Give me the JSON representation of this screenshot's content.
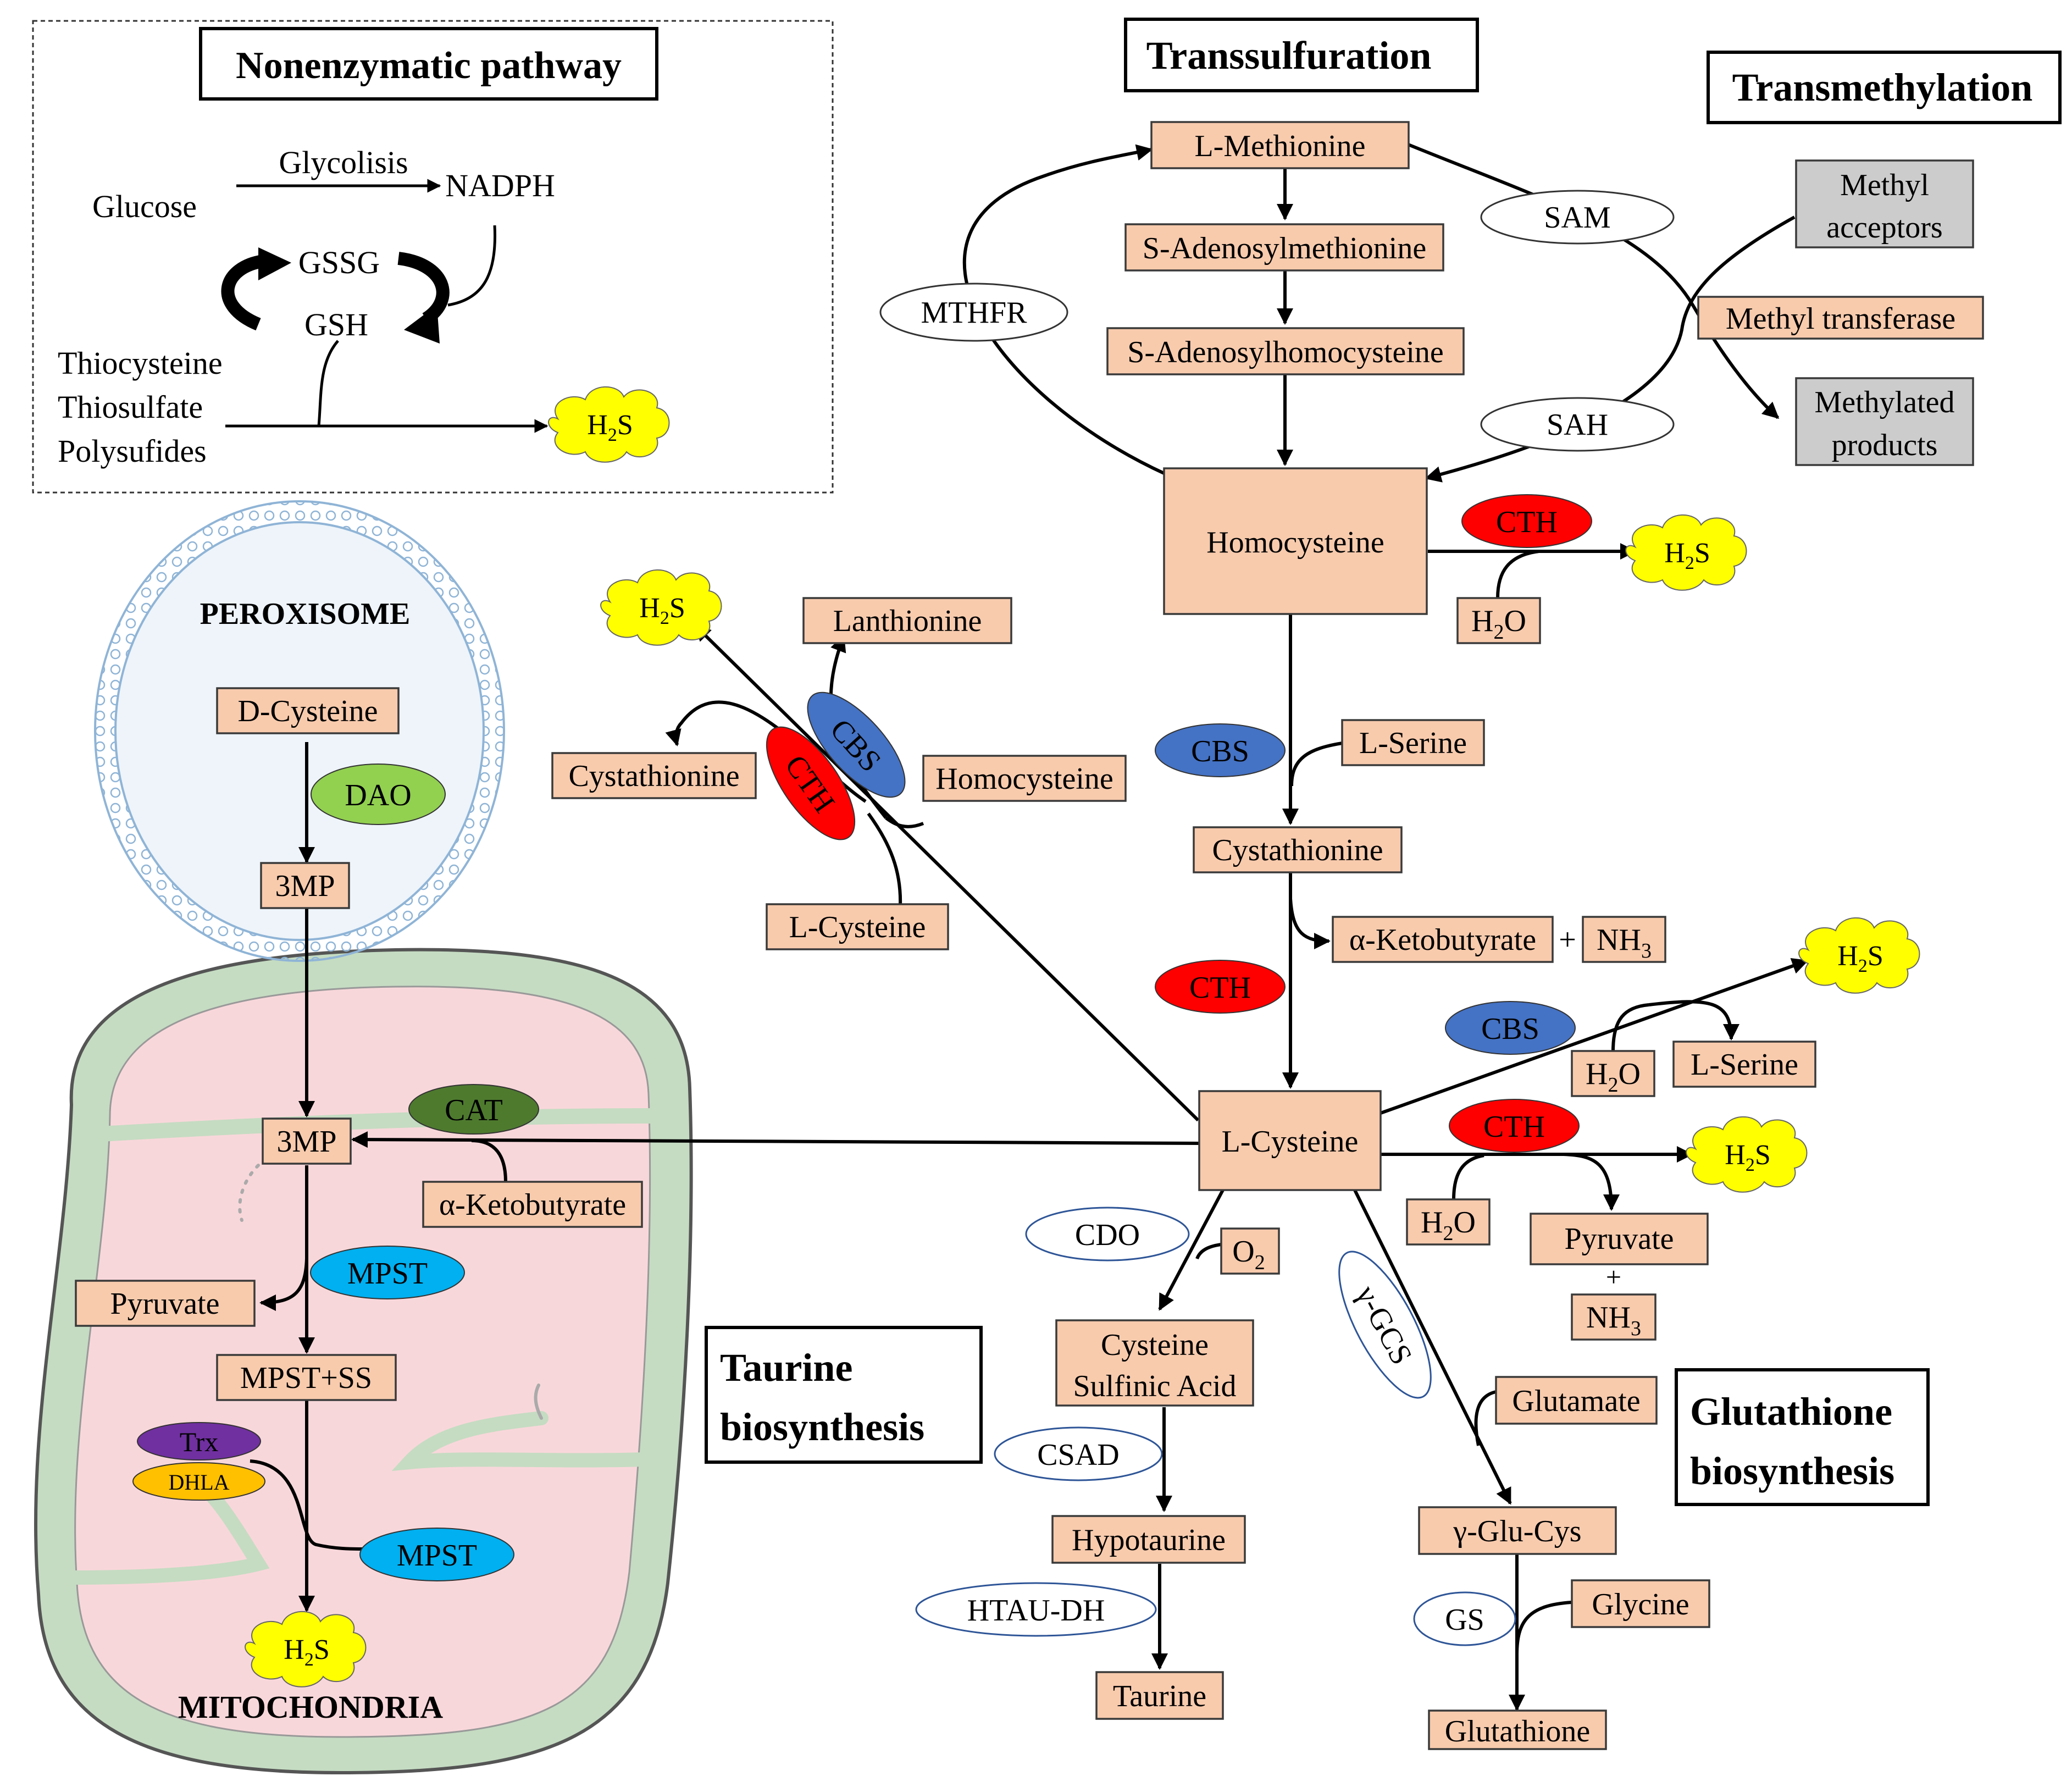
{
  "colors": {
    "box_fill": "#f8cbad",
    "box_stroke": "#3a3a3a",
    "gray_box": "#cccccc",
    "cbs": "#4472c4",
    "cth": "#ff0000",
    "dao": "#92d050",
    "cat": "#4e7a2e",
    "mpst": "#00b0f0",
    "trx": "#7030a0",
    "dhla": "#ffc000",
    "h2s": "#ffff00",
    "mito_outer": "#c5dcc2",
    "mito_inner": "#f8d7da",
    "peroxisome": "#eef4fa"
  },
  "sections": {
    "nonenzymatic": "Nonenzymatic pathway",
    "transsulfuration": "Transsulfuration",
    "transmethylation": "Transmethylation",
    "taurine_1": "Taurine",
    "taurine_2": "biosynthesis",
    "glutathione_1": "Glutathione",
    "glutathione_2": "biosynthesis"
  },
  "organelles": {
    "peroxisome": "PEROXISOME",
    "mitochondria": "MITOCHONDRIA"
  },
  "nonenzymatic": {
    "glycolisis": "Glycolisis",
    "glucose": "Glucose",
    "nadph": "NADPH",
    "gssg": "GSSG",
    "gsh": "GSH",
    "thiocysteine": "Thiocysteine",
    "thiosulfate": "Thiosulfate",
    "polysulfides": "Polysufides"
  },
  "metabolites": {
    "l_methionine": "L-Methionine",
    "sam_full": "S-Adenosylmethionine",
    "sah_full": "S-Adenosylhomocysteine",
    "homocysteine_main": "Homocysteine",
    "l_serine_1": "L-Serine",
    "cystathionine_main": "Cystathionine",
    "ketobutyrate_1": "α-Ketobutyrate",
    "nh3": "NH",
    "l_cysteine_main": "L-Cysteine",
    "l_serine_2": "L-Serine",
    "lanthionine": "Lanthionine",
    "cystathionine_left": "Cystathionine",
    "homocysteine_small": "Homocysteine",
    "l_cysteine_small": "L-Cysteine",
    "d_cysteine": "D-Cysteine",
    "mp3_top": "3MP",
    "mp3_mito": "3MP",
    "ketobutyrate_2": "α-Ketobutyrate",
    "pyruvate_mito": "Pyruvate",
    "mpst_ss": "MPST+SS",
    "csa_1": "Cysteine",
    "csa_2": "Sulfinic Acid",
    "hypotaurine": "Hypotaurine",
    "taurine": "Taurine",
    "pyruvate_right": "Pyruvate",
    "glutamate": "Glutamate",
    "glu_cys": "γ-Glu-Cys",
    "glycine": "Glycine",
    "glutathione": "Glutathione",
    "methyl_transferase": "Methyl transferase",
    "methyl_acceptors_1": "Methyl",
    "methyl_acceptors_2": "acceptors",
    "methylated_1": "Methylated",
    "methylated_2": "products",
    "h2o": "H",
    "o2": "O",
    "plus": "+"
  },
  "enzymes": {
    "sam": "SAM",
    "sah": "SAH",
    "mthfr": "MTHFR",
    "cth": "CTH",
    "cbs": "CBS",
    "dao": "DAO",
    "cat": "CAT",
    "mpst": "MPST",
    "trx": "Trx",
    "dhla": "DHLA",
    "cdo": "CDO",
    "csad": "CSAD",
    "htau_dh": "HTAU-DH",
    "gamma_gcs": "γ-GCS",
    "gs": "GS"
  },
  "h2s": {
    "main": "H",
    "sub": "2",
    "tail": "S"
  }
}
